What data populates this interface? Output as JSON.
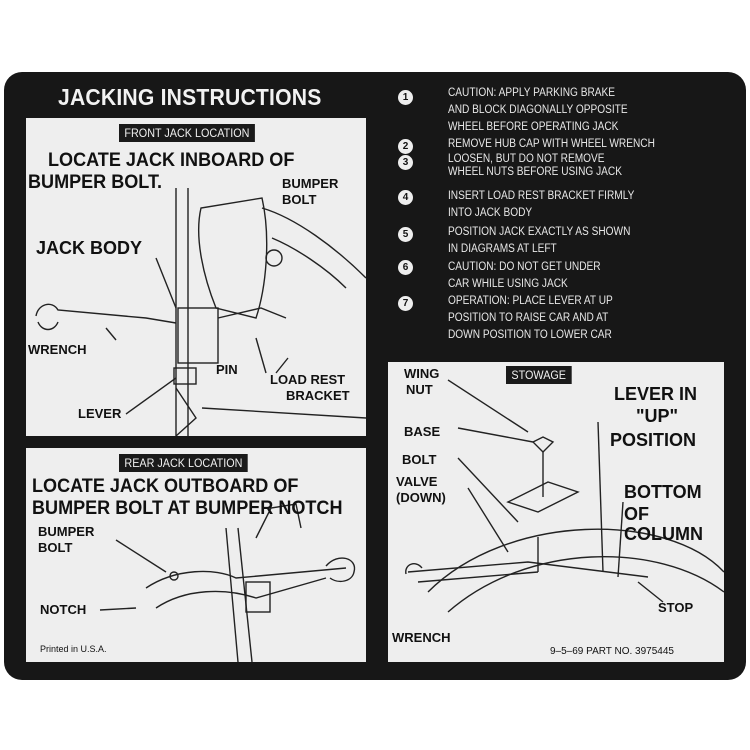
{
  "title": "JACKING INSTRUCTIONS",
  "steps": [
    {
      "number": "1",
      "lines": [
        "CAUTION: APPLY PARKING BRAKE",
        "AND BLOCK DIAGONALLY OPPOSITE",
        "WHEEL BEFORE OPERATING JACK"
      ]
    },
    {
      "number": "2",
      "lines": [
        "REMOVE HUB CAP WITH WHEEL WRENCH"
      ]
    },
    {
      "number": "3",
      "lines": [
        "LOOSEN, BUT DO NOT REMOVE",
        "WHEEL NUTS BEFORE USING JACK"
      ]
    },
    {
      "number": "4",
      "lines": [
        "INSERT LOAD REST BRACKET FIRMLY",
        "INTO JACK BODY"
      ]
    },
    {
      "number": "5",
      "lines": [
        "POSITION JACK EXACTLY AS SHOWN",
        "IN DIAGRAMS AT LEFT"
      ]
    },
    {
      "number": "6",
      "lines": [
        "CAUTION: DO NOT GET UNDER",
        "CAR WHILE USING JACK"
      ]
    },
    {
      "number": "7",
      "lines": [
        "OPERATION: PLACE LEVER AT   UP",
        "POSITION TO RAISE CAR AND AT",
        "  DOWN  POSITION TO LOWER CAR"
      ]
    }
  ],
  "front": {
    "heading": "FRONT JACK LOCATION",
    "line1": "LOCATE JACK INBOARD OF",
    "line2": "BUMPER BOLT.",
    "labels": {
      "bumper": "BUMPER",
      "bolt": "BOLT",
      "jack_body": "JACK BODY",
      "wrench": "WRENCH",
      "pin": "PIN",
      "load_rest": "LOAD REST",
      "bracket": "BRACKET",
      "lever": "LEVER"
    }
  },
  "rear": {
    "heading": "REAR JACK LOCATION",
    "line1": "LOCATE JACK OUTBOARD OF",
    "line2": "BUMPER BOLT AT BUMPER NOTCH",
    "labels": {
      "bumper": "BUMPER",
      "bolt": "BOLT",
      "notch": "NOTCH"
    },
    "printed": "Printed in U.S.A."
  },
  "stowage": {
    "heading": "STOWAGE",
    "labels": {
      "wing": "WING",
      "nut": "NUT",
      "base": "BASE",
      "bolt": "BOLT",
      "valve": "VALVE",
      "down": "(DOWN)",
      "lever_in": "LEVER IN",
      "up": "\"UP\"",
      "position": "POSITION",
      "bottom": "BOTTOM",
      "of": "OF",
      "column": "COLUMN",
      "stop": "STOP",
      "wrench": "WRENCH"
    },
    "part": "9–5–69 PART NO. 3975445"
  },
  "colors": {
    "decal": "#171717",
    "panel": "#eeeeee",
    "text_light": "#e8e8e8"
  }
}
